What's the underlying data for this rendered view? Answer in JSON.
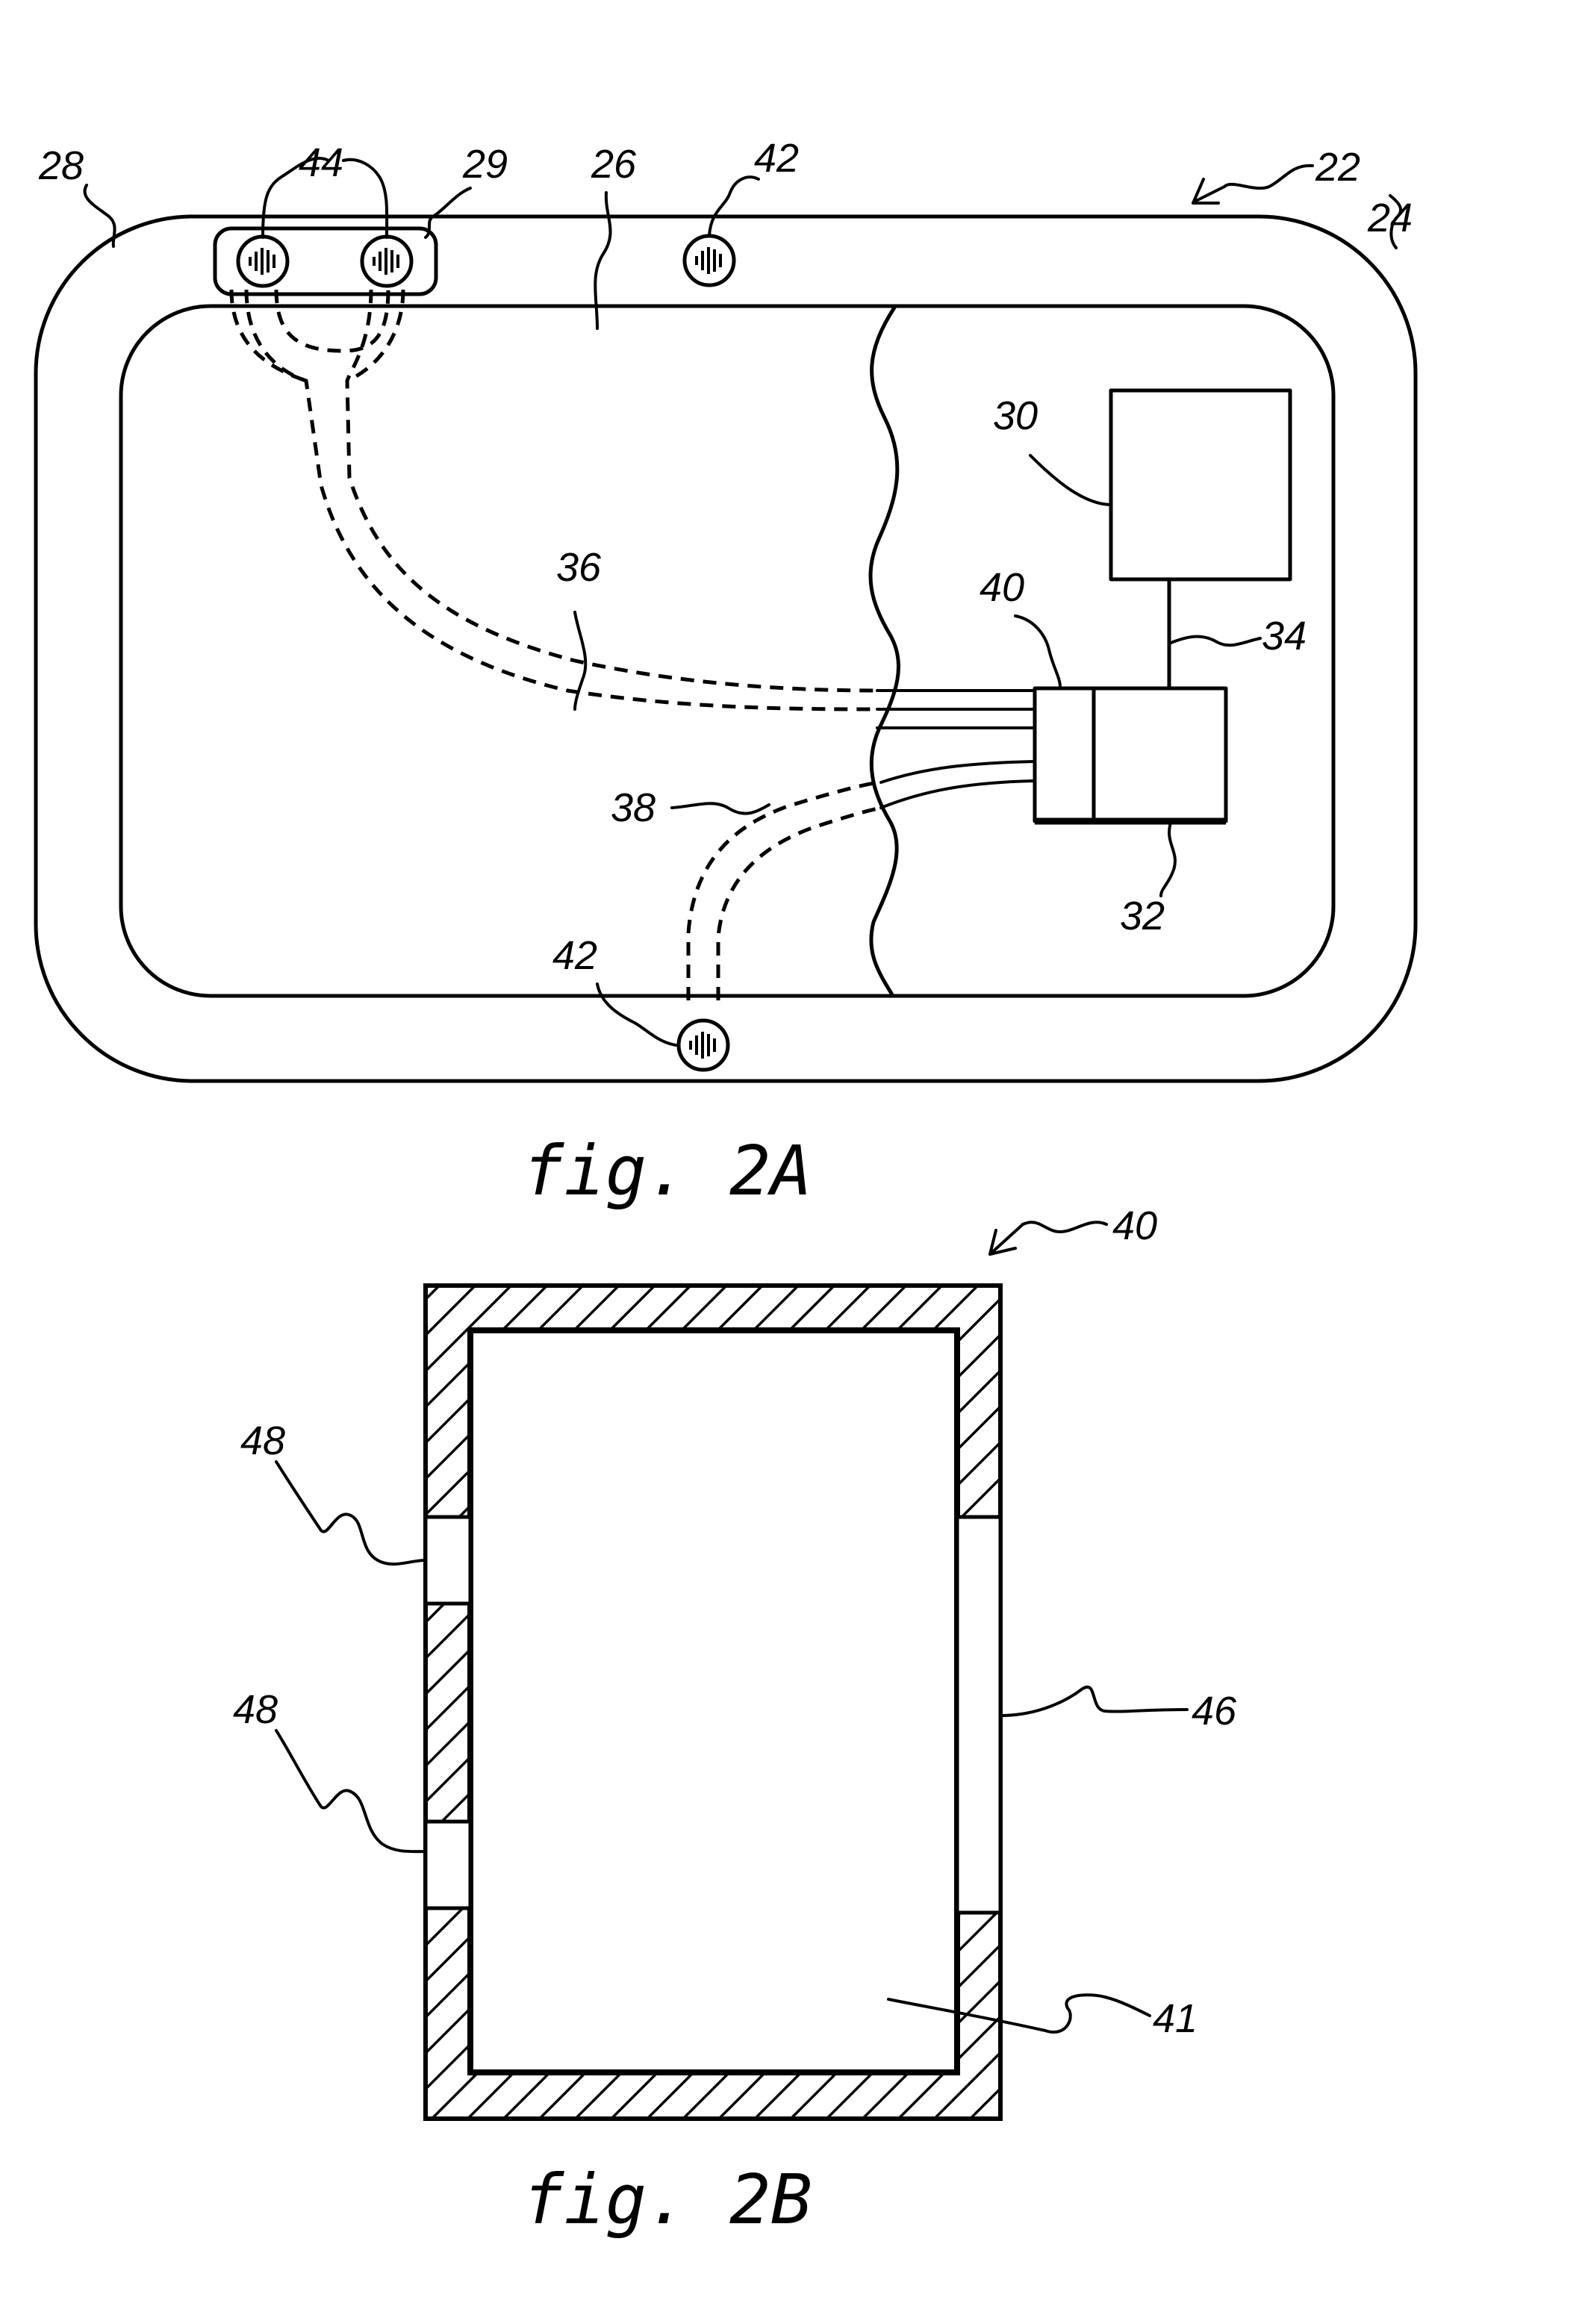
{
  "figures": [
    {
      "caption": "fig. 2A",
      "labels": {
        "r22": "22",
        "r24": "24",
        "r26": "26",
        "r28": "28",
        "r29": "29",
        "r30": "30",
        "r32": "32",
        "r34": "34",
        "r36": "36",
        "r38": "38",
        "r40": "40",
        "r42a": "42",
        "r42b": "42",
        "r44": "44"
      }
    },
    {
      "caption": "fig. 2B",
      "labels": {
        "r40": "40",
        "r41": "41",
        "r46": "46",
        "r48a": "48",
        "r48b": "48"
      }
    }
  ]
}
